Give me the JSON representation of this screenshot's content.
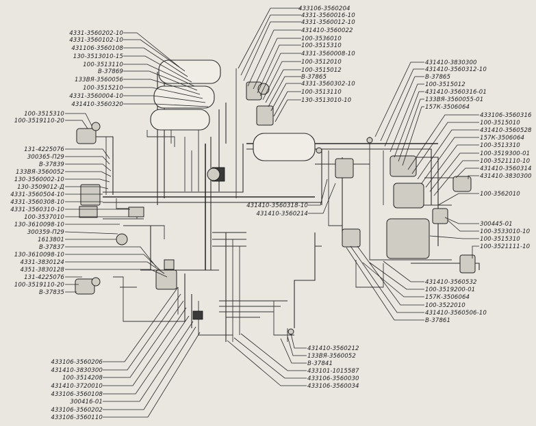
{
  "labels_top_right": [
    "433106-3560204",
    "4331-3560016-10",
    "4331-3560012-10",
    "431410-3560022",
    "100-3536010",
    "100-3515310",
    "4331-3560008-10",
    "100-3512010",
    "100-3515012",
    "В-37865",
    "4331-3560302-10",
    "100-3513110",
    "130-3513010-10"
  ],
  "labels_top_left": [
    "4331-3560202-10",
    "4331-3560102-10",
    "431106-3560108",
    "130-3513010-15",
    "100-3513110",
    "В-37869",
    "133ВЯ-3560056",
    "100-3515210",
    "4331-3560004-10",
    "431410-3560320"
  ],
  "labels_left": [
    "100-3515310",
    "100-3519110-20",
    "131-4225076",
    "300365-П29",
    "В-37839",
    "133ВЯ-3560052",
    "130-3560002-10",
    "130-3509012-Д",
    "4331-3560504-10",
    "4331-3560308-10",
    "4331-3560310-10",
    "100-3537010",
    "130-3610098-10",
    "300359-П29",
    "1613801",
    "В-37837",
    "130-3610098-10",
    "4331-3830124",
    "4351-3830128",
    "131-4225076",
    "100-3519110-20",
    "В-37835"
  ],
  "labels_right": [
    "431410-3830300",
    "431410-3560312-10",
    "В-37865",
    "100-3515012",
    "431410-3560316-01",
    "133ВЯ-3560055-01",
    "157К-3506064",
    "433106-3560316",
    "100-3515010",
    "431410-3560528",
    "157К-3506064",
    "100-3513310",
    "100-3519300-01",
    "100-3521110-10",
    "431410-3560314",
    "431410-3830300",
    "100-3562010",
    "300445-01",
    "100-3533010-10",
    "100-3515310",
    "100-3521111-10"
  ],
  "labels_bottom_right": [
    "431410-3560532",
    "100-3519200-01",
    "157К-3506064",
    "100-3522010",
    "431410-3560506-10",
    "В-37861"
  ],
  "labels_center": [
    "431410-3560318-10",
    "431410-3560214"
  ],
  "labels_bottom_center": [
    "431410-3560212",
    "133ВЯ-3560052",
    "В-37841",
    "433101-1015587",
    "433106-3560030",
    "433106-3560034"
  ],
  "labels_bottom_left": [
    "433106-3560206",
    "431410-3830300",
    "100-3514208",
    "431410-3720010",
    "433106-3560108",
    "300416-01",
    "433106-3560202",
    "433106-3560110"
  ]
}
